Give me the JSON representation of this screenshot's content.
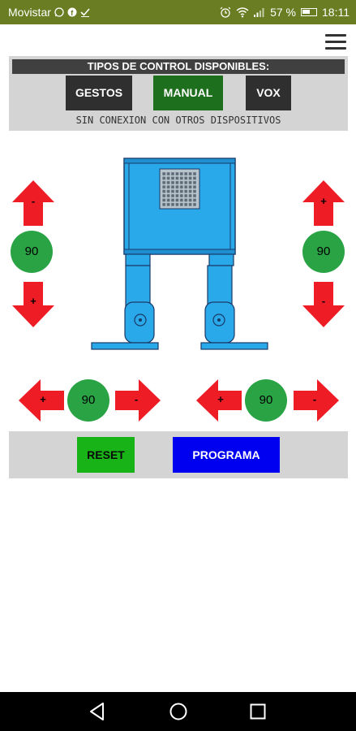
{
  "status_bar": {
    "carrier": "Movistar",
    "battery": "57 %",
    "time": "18:11",
    "icons": [
      "whatsapp-icon",
      "facebook-icon",
      "check-icon",
      "alarm-icon",
      "wifi-icon",
      "signal-icon",
      "battery-icon"
    ]
  },
  "header": {
    "menu_icon": "hamburger-menu-icon"
  },
  "control": {
    "title": "TIPOS DE CONTROL DISPONIBLES:",
    "modes": {
      "gestos": "GESTOS",
      "manual": "MANUAL",
      "vox": "VOX"
    },
    "active_mode": "MANUAL",
    "connection_status": "SIN CONEXION CON OTROS DISPOSITIVOS"
  },
  "servos": {
    "left_leg": {
      "value": "90",
      "up_sign": "-",
      "down_sign": "+"
    },
    "right_leg": {
      "value": "90",
      "up_sign": "+",
      "down_sign": "-"
    },
    "left_foot": {
      "value": "90",
      "left_sign": "+",
      "right_sign": "-"
    },
    "right_foot": {
      "value": "90",
      "left_sign": "+",
      "right_sign": "-"
    }
  },
  "actions": {
    "reset": "RESET",
    "programa": "PROGRAMA"
  },
  "colors": {
    "status_bar": "#6b7d22",
    "arrow_red": "#ee1c25",
    "value_green": "#2aa345",
    "manual_green": "#1d6e1d",
    "reset_green": "#17b317",
    "programa_blue": "#0000f0",
    "robot_blue": "#29a8ea"
  },
  "nav": {
    "back": "back-icon",
    "home": "home-icon",
    "recents": "recents-icon"
  }
}
